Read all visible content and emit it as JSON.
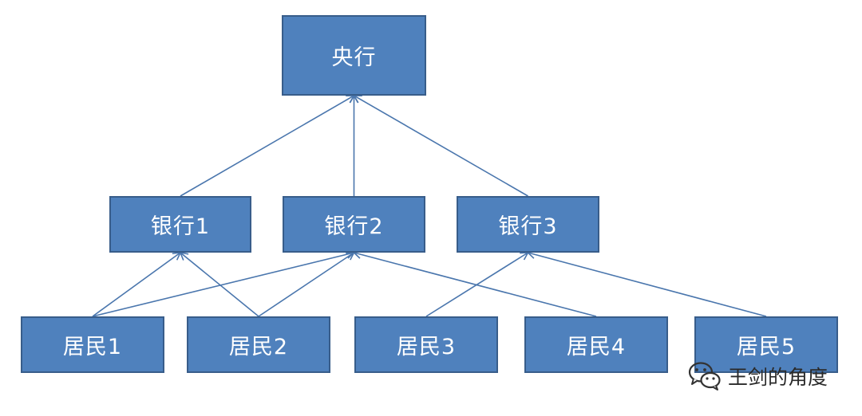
{
  "nodes": {
    "central_bank": "央行",
    "bank_1": "银行1",
    "bank_2": "银行2",
    "bank_3": "银行3",
    "resident_1": "居民1",
    "resident_2": "居民2",
    "resident_3": "居民3",
    "resident_4": "居民4",
    "resident_5": "居民5"
  },
  "edges": [
    {
      "from": "bank_1",
      "to": "central_bank"
    },
    {
      "from": "bank_2",
      "to": "central_bank"
    },
    {
      "from": "bank_3",
      "to": "central_bank"
    },
    {
      "from": "resident_1",
      "to": "bank_1"
    },
    {
      "from": "resident_1",
      "to": "bank_2"
    },
    {
      "from": "resident_2",
      "to": "bank_1"
    },
    {
      "from": "resident_2",
      "to": "bank_2"
    },
    {
      "from": "resident_4",
      "to": "bank_2"
    },
    {
      "from": "resident_3",
      "to": "bank_3"
    },
    {
      "from": "resident_5",
      "to": "bank_3"
    }
  ],
  "colors": {
    "node_fill": "#4f81bd",
    "node_border": "#385d8a",
    "edge": "#4a76ad"
  },
  "watermark": {
    "icon": "wechat-icon",
    "text": "王剑的角度"
  }
}
